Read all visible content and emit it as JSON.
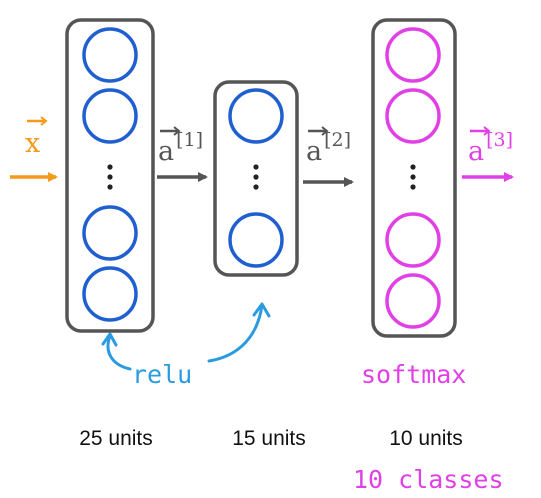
{
  "diagram": {
    "input": {
      "symbol": "x",
      "color": "#f39a1a"
    },
    "activations": [
      {
        "symbol": "a",
        "superscript": "[1]",
        "color": "#555555"
      },
      {
        "symbol": "a",
        "superscript": "[2]",
        "color": "#555555"
      },
      {
        "symbol": "a",
        "superscript": "[3]",
        "color": "#e040e6"
      }
    ],
    "layers": [
      {
        "units_label": "25 units",
        "neuron_color": "#1f5fd0"
      },
      {
        "units_label": "15 units",
        "neuron_color": "#1f5fd0"
      },
      {
        "units_label": "10 units",
        "neuron_color": "#e040e6"
      }
    ],
    "annotations": {
      "hidden_activation": {
        "text": "relu",
        "color": "#2a9be0"
      },
      "output_activation": {
        "text": "softmax",
        "color": "#e040e6"
      },
      "output_note": {
        "text": "10 classes",
        "color": "#e040e6"
      }
    }
  }
}
